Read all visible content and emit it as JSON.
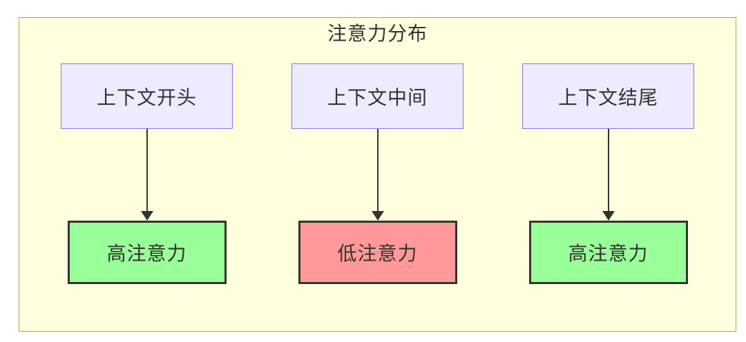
{
  "diagram": {
    "type": "flowchart",
    "title": "注意力分布",
    "columns": [
      {
        "source": "上下文开头",
        "target": "高注意力",
        "attention_level": "high"
      },
      {
        "source": "上下文中间",
        "target": "低注意力",
        "attention_level": "low"
      },
      {
        "source": "上下文结尾",
        "target": "高注意力",
        "attention_level": "high"
      }
    ],
    "colors": {
      "page_background": "#ffffff",
      "cluster_fill": "#ffffde",
      "cluster_border": "#aaaa33",
      "source_node_fill": "#ececff",
      "source_node_border": "#9370db",
      "high_attention_fill": "#99ff99",
      "low_attention_fill": "#ff9999",
      "target_node_border": "#333333",
      "edge_color": "#333333",
      "text_color": "#333333"
    }
  }
}
